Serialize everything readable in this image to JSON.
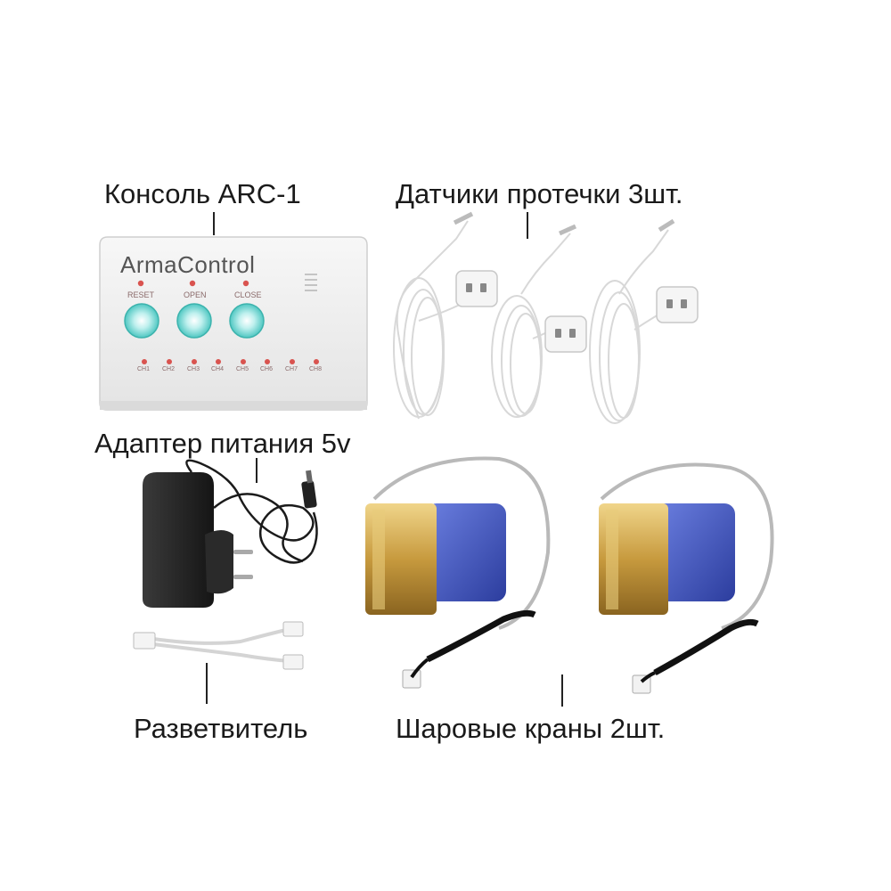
{
  "labels": {
    "console": "Консоль ARC-1",
    "sensors": "Датчики протечки 3шт.",
    "adapter": "Адаптер питания 5v",
    "splitter": "Разветвитель",
    "valves": "Шаровые краны 2шт."
  },
  "console_unit": {
    "brand": "ArmaControl",
    "buttons": [
      "RESET",
      "OPEN",
      "CLOSE"
    ],
    "channels": [
      "CH1",
      "CH2",
      "CH3",
      "CH4",
      "CH5",
      "CH6",
      "CH7",
      "CH8"
    ]
  },
  "colors": {
    "button_teal": "#7fd9d6",
    "led_red": "#d9534f",
    "brass": "#c9a24a",
    "motor_blue": "#3f55c8",
    "adapter_black": "#1f1f1f"
  }
}
